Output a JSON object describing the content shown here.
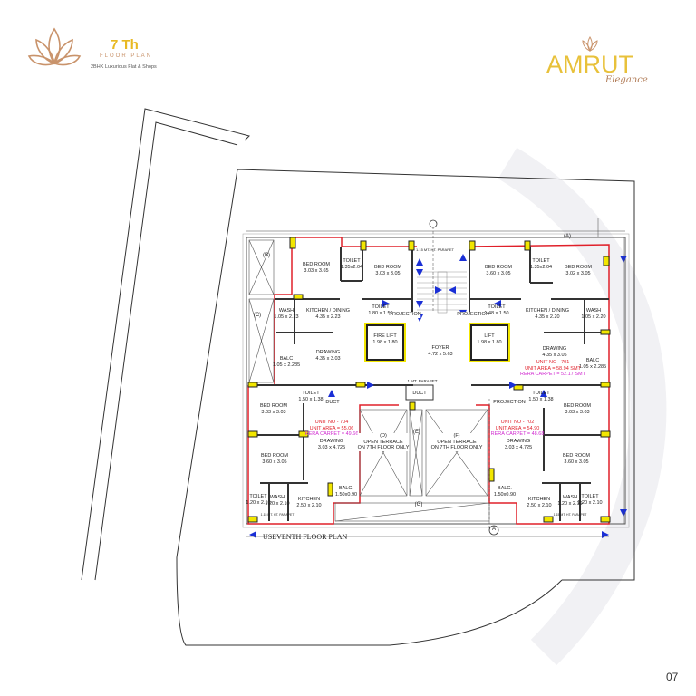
{
  "header": {
    "floor_number": "7 Th",
    "floor_plan_label": "FLOOR PLAN",
    "tagline": "2BHK Luxurious Flat & Shops",
    "brand_name": "AMRUT",
    "brand_script": "Elegance"
  },
  "plan": {
    "title": "USEVENTH FLOOR PLAN",
    "rooms": [
      {
        "name": "BED ROOM",
        "dims": "3.03 x 3.65"
      },
      {
        "name": "TOILET",
        "dims": "1.35x2.04"
      },
      {
        "name": "BED ROOM",
        "dims": "3.03 x 3.05"
      },
      {
        "name": "WASH",
        "dims": "1.05 x 2.23"
      },
      {
        "name": "KITCHEN / DINING",
        "dims": "4.35 x 2.23"
      },
      {
        "name": "TOILET",
        "dims": "1.80 x 1.50"
      },
      {
        "name": "FIRE LIFT",
        "dims": "1.98 x 1.80"
      },
      {
        "name": "DRAWING",
        "dims": "4.35 x 3.03"
      },
      {
        "name": "BALC",
        "dims": "1.05 x 2.285"
      },
      {
        "name": "FOYER",
        "dims": "4.72 x 5.63"
      },
      {
        "name": "LIFT",
        "dims": "1.98 x 1.80"
      },
      {
        "name": "TOILET",
        "dims": "1.48 x 1.50"
      },
      {
        "name": "BED ROOM",
        "dims": "3.60 x 3.05"
      },
      {
        "name": "TOILET",
        "dims": "1.35x2.04"
      },
      {
        "name": "BED ROOM",
        "dims": "3.02 x 3.05"
      },
      {
        "name": "KITCHEN / DINING",
        "dims": "4.35 x 2.20"
      },
      {
        "name": "WASH",
        "dims": "1.05 x 2.20"
      },
      {
        "name": "DRAWING",
        "dims": "4.35 x 3.05"
      },
      {
        "name": "BALC",
        "dims": "1.05 x 2.285"
      },
      {
        "name": "TOILET",
        "dims": "1.50 x 1.38"
      },
      {
        "name": "BED ROOM",
        "dims": "3.03 x 3.03"
      },
      {
        "name": "DRAWING",
        "dims": "3.03 x 4.725"
      },
      {
        "name": "BED ROOM",
        "dims": "3.60 x 3.05"
      },
      {
        "name": "TOILET",
        "dims": "1.20 x 2.10"
      },
      {
        "name": "WASH",
        "dims": "1.20 x 2.10"
      },
      {
        "name": "KITCHEN",
        "dims": "2.50 x 2.10"
      },
      {
        "name": "BALC.",
        "dims": "1.50x0.90"
      },
      {
        "name": "TOILET",
        "dims": "1.50 x 1.38"
      },
      {
        "name": "BED ROOM",
        "dims": "3.03 x 3.03"
      },
      {
        "name": "DRAWING",
        "dims": "3.03 x 4.725"
      },
      {
        "name": "BED ROOM",
        "dims": "3.60 x 3.05"
      },
      {
        "name": "BALC.",
        "dims": "1.50x0.90"
      },
      {
        "name": "KITCHEN",
        "dims": "2.50 x 2.10"
      },
      {
        "name": "WASH",
        "dims": "1.20 x 2.10"
      },
      {
        "name": "TOILET",
        "dims": "1.20 x 2.10"
      }
    ],
    "units": [
      {
        "no": "UNIT NO - 701",
        "area": "UNIT AREA = 58.94 SMT",
        "rera": "RERA CARPET = 52.17 SMT"
      },
      {
        "no": "UNIT NO - 704",
        "area": "UNIT AREA = 55.06",
        "rera": "RERA CARPET = 49.66"
      },
      {
        "no": "UNIT NO - 702",
        "area": "UNIT AREA = 54.90",
        "rera": "RERA CARPET = 48.68"
      }
    ],
    "terraces": [
      {
        "mark": "(D)",
        "label": "OPEN TERRACE",
        "sub": "ON 7TH FLOOR ONLY"
      },
      {
        "mark": "(F)",
        "label": "OPEN TERRACE",
        "sub": "ON 7TH FLOOR ONLY"
      }
    ],
    "grid_marks": {
      "a": "(A)",
      "b": "(B)",
      "c": "(C)",
      "e": "(E)",
      "g": "(G)",
      "a2": "A"
    },
    "misc": {
      "projection": "PROJECTION",
      "duct": "DUCT",
      "parapet": "1 MT. PARAPET",
      "ht_parapet": "1.15 MT. HT. PARAPET"
    }
  },
  "footer": {
    "page_number": "07"
  },
  "colors": {
    "gold": "#e8b923",
    "rose": "#c9936b",
    "wall": "#333333",
    "unit_line": "#e0202a",
    "yellow": "#f2e600",
    "arrow": "#1a2fd6"
  }
}
